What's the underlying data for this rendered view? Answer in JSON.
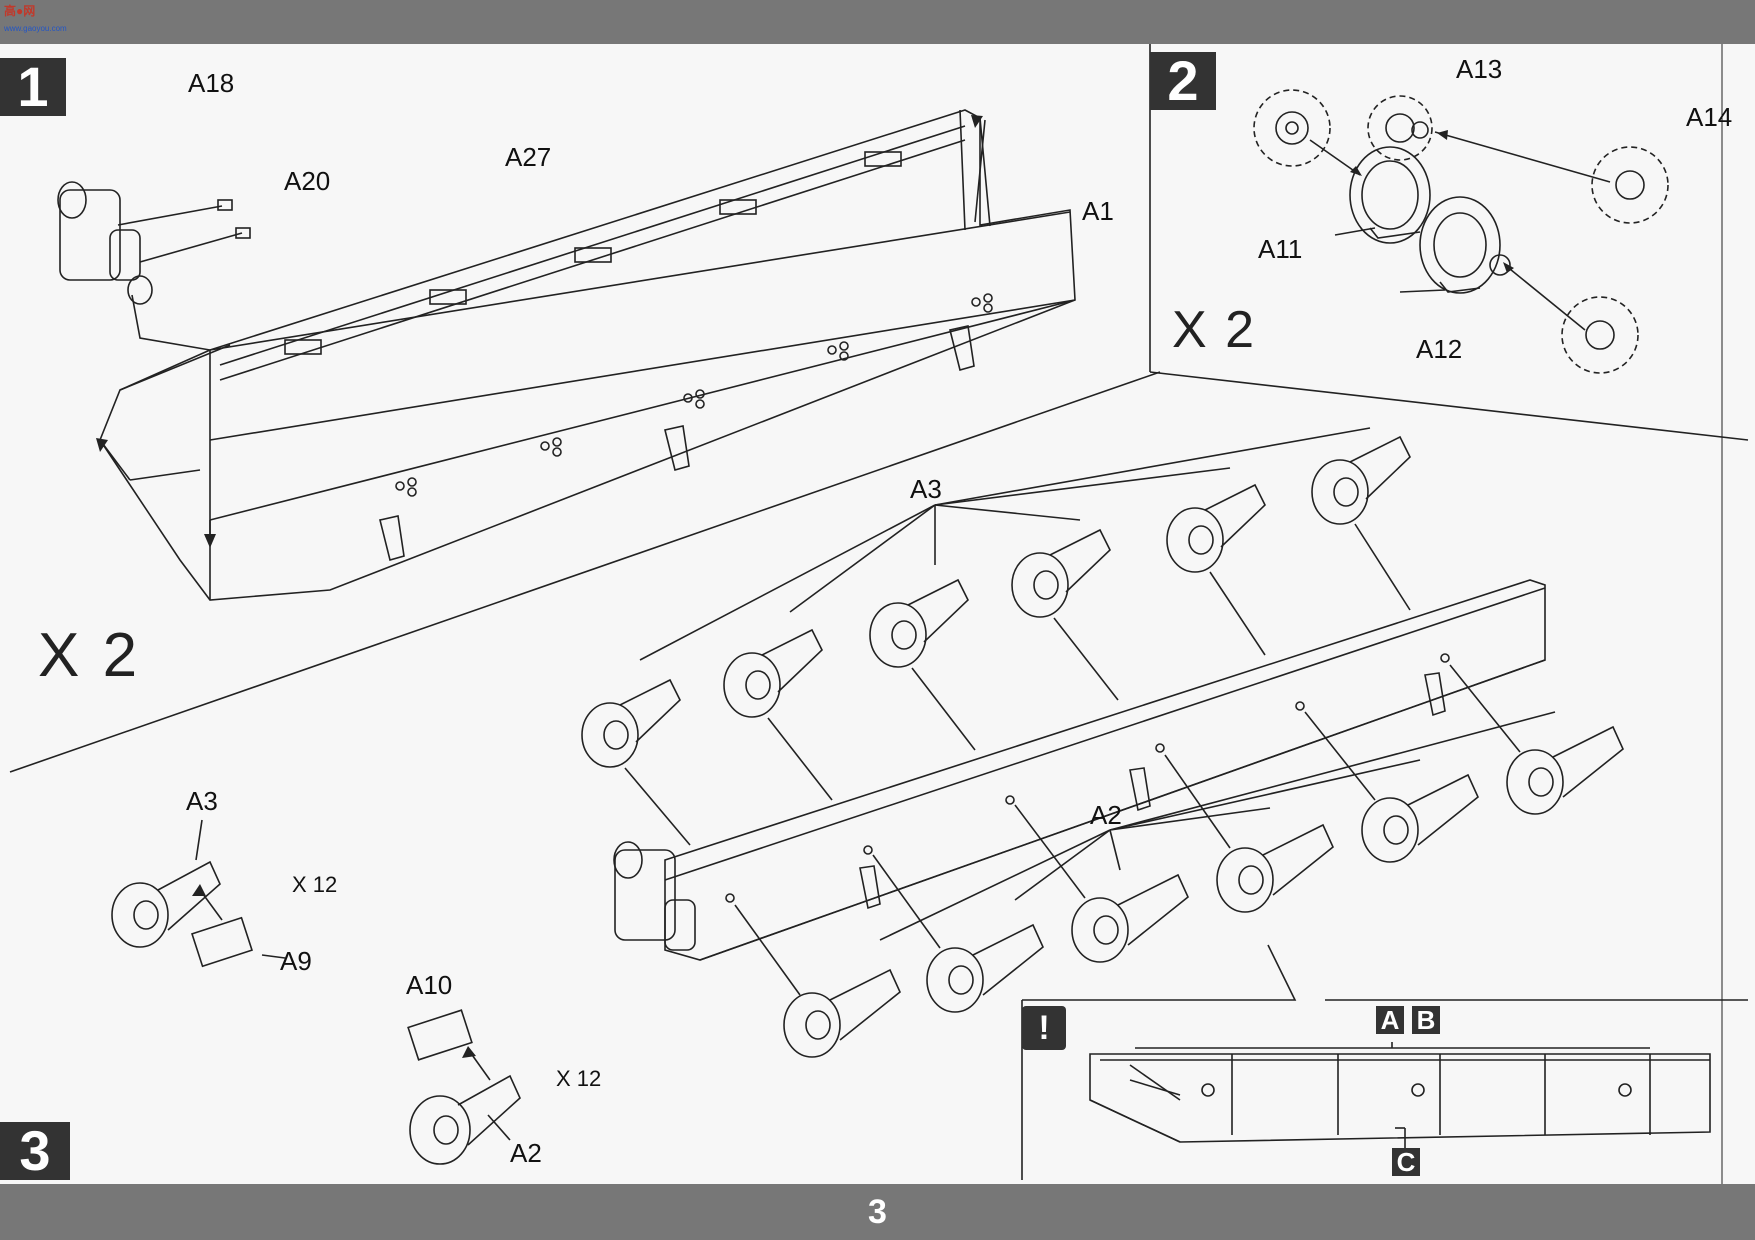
{
  "watermark": {
    "logo": "高●网",
    "site": "www.gaoyou.com"
  },
  "steps": [
    {
      "number": "1",
      "multiplier": "X 2"
    },
    {
      "number": "2",
      "multiplier": "X 2"
    },
    {
      "number": "3"
    }
  ],
  "step1_labels": {
    "a18": "A18",
    "a20": "A20",
    "a27": "A27",
    "a1": "A1"
  },
  "step2_labels": {
    "a13": "A13",
    "a14": "A14",
    "a11": "A11",
    "a12": "A12"
  },
  "main_labels": {
    "a3": "A3",
    "a2": "A2"
  },
  "subassembly_a": {
    "a3": "A3",
    "a9": "A9",
    "qty": "X 12"
  },
  "subassembly_b": {
    "a10": "A10",
    "a2": "A2",
    "qty": "X 12"
  },
  "note": {
    "icon": "exclamation-icon",
    "symbol": "!",
    "tags": [
      "A",
      "B",
      "C"
    ]
  },
  "page_number": "3"
}
